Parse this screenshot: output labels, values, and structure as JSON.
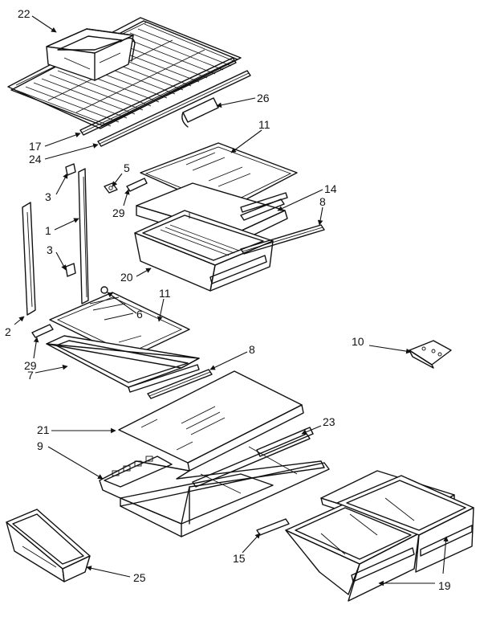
{
  "diagram": {
    "callouts": {
      "c22": "22",
      "c26": "26",
      "c17": "17",
      "c24": "24",
      "c11a": "11",
      "c5": "5",
      "c3a": "3",
      "c29a": "29",
      "c14": "14",
      "c8a": "8",
      "c1": "1",
      "c3b": "3",
      "c20": "20",
      "c11b": "11",
      "c6": "6",
      "c2": "2",
      "c10": "10",
      "c29b": "29",
      "c7": "7",
      "c8b": "8",
      "c21": "21",
      "c23": "23",
      "c9": "9",
      "c15": "15",
      "c25": "25",
      "c19": "19"
    }
  }
}
